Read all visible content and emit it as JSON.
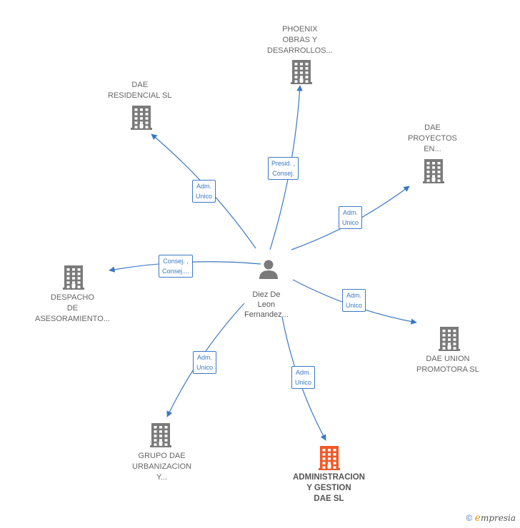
{
  "colors": {
    "edge": "#3b78c4",
    "company": "#7a7a7a",
    "company_focus": "#f05a28",
    "person": "#7a7a7a"
  },
  "center": {
    "icon": "person-icon",
    "lines": [
      "Diez De",
      "Leon",
      "Fernandez..."
    ]
  },
  "nodes": [
    {
      "id": "phoenix",
      "icon": "building-icon",
      "lines": [
        "PHOENIX",
        "OBRAS Y",
        "DESARROLLOS..."
      ]
    },
    {
      "id": "dae-residencial",
      "icon": "building-icon",
      "lines": [
        "DAE",
        "RESIDENCIAL SL"
      ]
    },
    {
      "id": "dae-proyectos",
      "icon": "building-icon",
      "lines": [
        "DAE",
        "PROYECTOS",
        "EN..."
      ]
    },
    {
      "id": "despacho",
      "icon": "building-icon",
      "lines": [
        "DESPACHO",
        "DE",
        "ASESORAMIENTO..."
      ]
    },
    {
      "id": "dae-union",
      "icon": "building-icon",
      "lines": [
        "DAE UNION",
        "PROMOTORA SL"
      ]
    },
    {
      "id": "grupo-dae",
      "icon": "building-icon",
      "lines": [
        "GRUPO DAE",
        "URBANIZACION",
        "Y..."
      ]
    },
    {
      "id": "administracion",
      "icon": "building-icon",
      "focus": true,
      "lines": [
        "ADMINISTRACION",
        "Y GESTION",
        "DAE  SL"
      ]
    }
  ],
  "edges": [
    {
      "to": "phoenix",
      "label": [
        "Presid. ,",
        "Consej."
      ]
    },
    {
      "to": "dae-residencial",
      "label": [
        "Adm.",
        "Unico"
      ]
    },
    {
      "to": "dae-proyectos",
      "label": [
        "Adm.",
        "Unico"
      ]
    },
    {
      "to": "despacho",
      "label": [
        "Consej. ,",
        "Consej...."
      ]
    },
    {
      "to": "dae-union",
      "label": [
        "Adm.",
        "Unico"
      ]
    },
    {
      "to": "grupo-dae",
      "label": [
        "Adm.",
        "Unico"
      ]
    },
    {
      "to": "administracion",
      "label": [
        "Adm.",
        "Unico"
      ]
    }
  ],
  "footer": {
    "copyright": "©",
    "brand_initial": "e",
    "brand_rest": "mpresia"
  }
}
